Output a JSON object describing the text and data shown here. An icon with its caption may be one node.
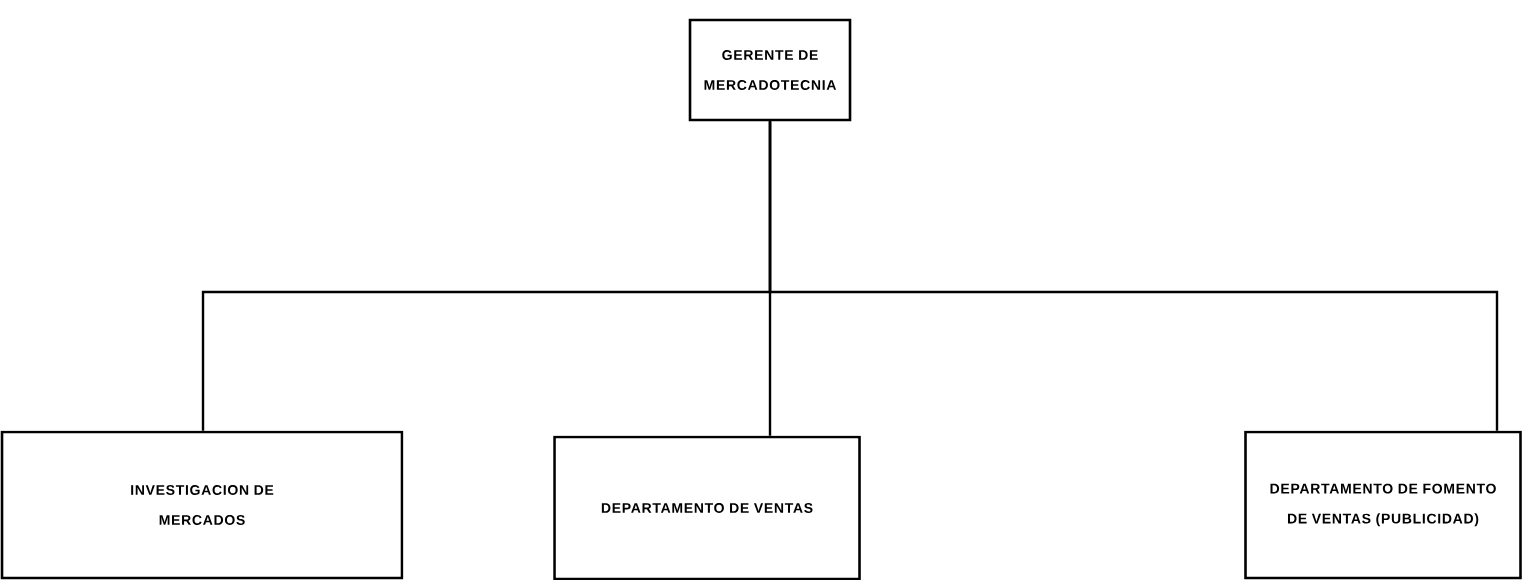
{
  "diagram": {
    "nodes": [
      {
        "text": [
          "GERENTE DE MERCADOTECNIA"
        ]
      },
      {
        "text": [
          "INVESTIGACION DE MERCADOS"
        ]
      },
      {
        "text": [
          "DEPARTAMENTO DE VENTAS"
        ]
      },
      {
        "text": [
          "DEPARTAMENTO DE FOMENTO DE VENTAS (PUBLICIDAD)"
        ]
      }
    ],
    "edges": [
      {
        "from": 0,
        "to": 1,
        "arrow": "none"
      },
      {
        "from": 0,
        "to": 2,
        "arrow": "none"
      },
      {
        "from": 0,
        "to": 3,
        "arrow": "none"
      }
    ]
  }
}
